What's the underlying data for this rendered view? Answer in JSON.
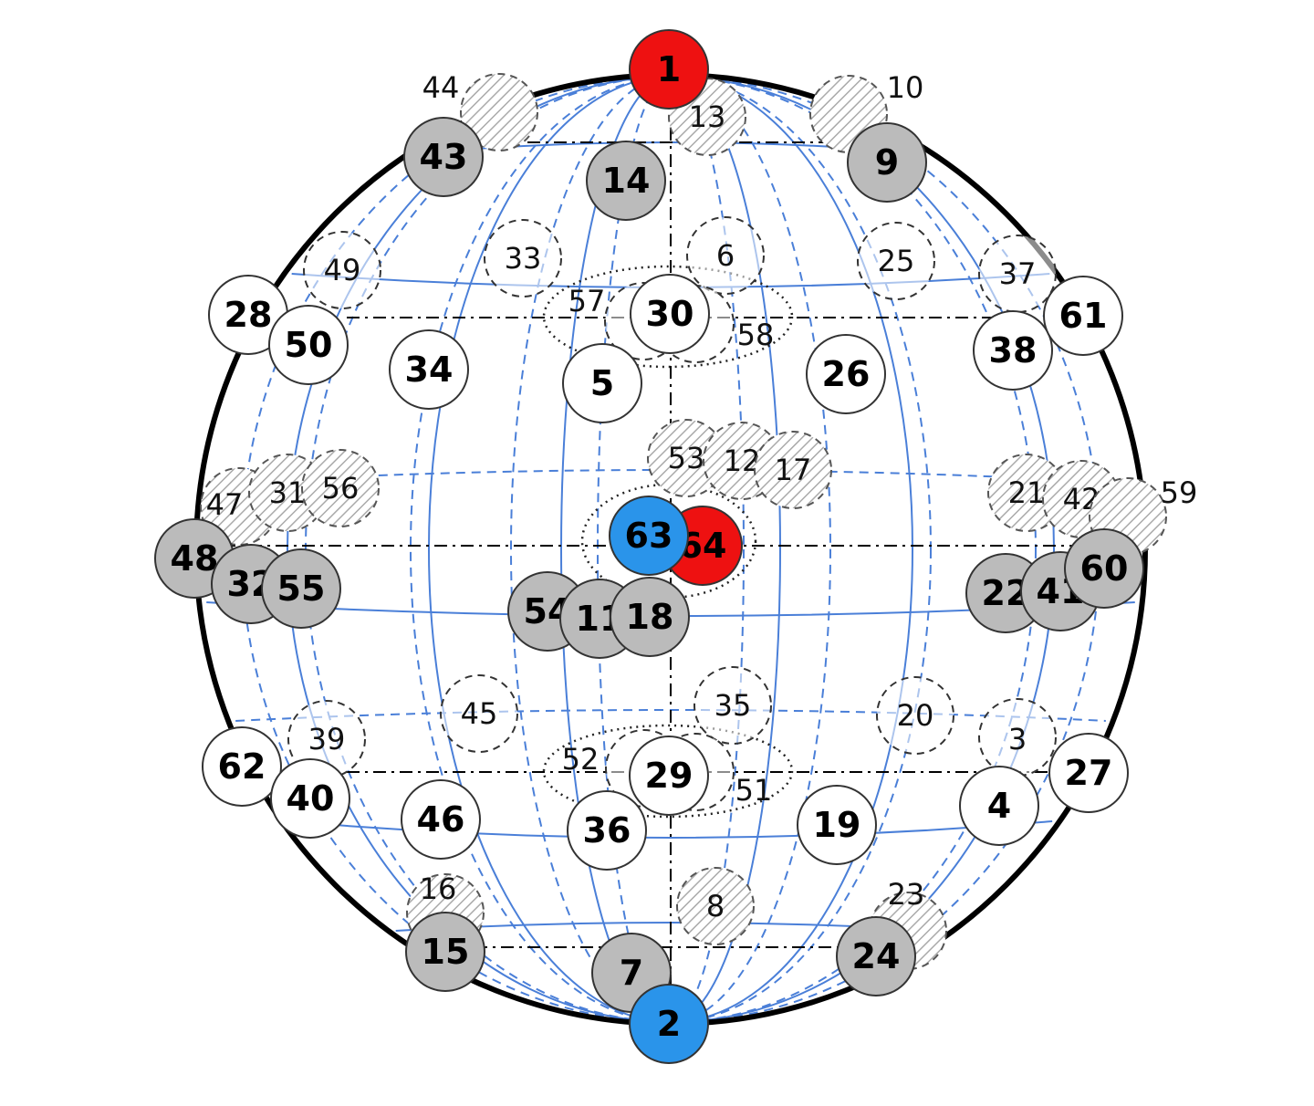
{
  "colors": {
    "outline": "#000000",
    "meridian": "#4a7fd8",
    "red": "#ee1111",
    "blue": "#2a94ea",
    "gray": "#bbbbbb",
    "white": "#ffffff",
    "hatch": "#aaaaaa"
  },
  "nodes": [
    {
      "label": "1",
      "style": "red"
    },
    {
      "label": "2",
      "style": "blue"
    },
    {
      "label": "63",
      "style": "blue"
    },
    {
      "label": "64",
      "style": "red"
    },
    {
      "label": "43",
      "style": "gray"
    },
    {
      "label": "14",
      "style": "gray"
    },
    {
      "label": "9",
      "style": "gray"
    },
    {
      "label": "48",
      "style": "gray"
    },
    {
      "label": "32",
      "style": "gray"
    },
    {
      "label": "55",
      "style": "gray"
    },
    {
      "label": "54",
      "style": "gray"
    },
    {
      "label": "11",
      "style": "gray"
    },
    {
      "label": "18",
      "style": "gray"
    },
    {
      "label": "22",
      "style": "gray"
    },
    {
      "label": "41",
      "style": "gray"
    },
    {
      "label": "60",
      "style": "gray"
    },
    {
      "label": "15",
      "style": "gray"
    },
    {
      "label": "7",
      "style": "gray"
    },
    {
      "label": "24",
      "style": "gray"
    },
    {
      "label": "28",
      "style": "white"
    },
    {
      "label": "50",
      "style": "white"
    },
    {
      "label": "34",
      "style": "white"
    },
    {
      "label": "5",
      "style": "white"
    },
    {
      "label": "30",
      "style": "white"
    },
    {
      "label": "26",
      "style": "white"
    },
    {
      "label": "38",
      "style": "white"
    },
    {
      "label": "61",
      "style": "white"
    },
    {
      "label": "62",
      "style": "white"
    },
    {
      "label": "40",
      "style": "white"
    },
    {
      "label": "46",
      "style": "white"
    },
    {
      "label": "36",
      "style": "white"
    },
    {
      "label": "29",
      "style": "white"
    },
    {
      "label": "19",
      "style": "white"
    },
    {
      "label": "4",
      "style": "white"
    },
    {
      "label": "27",
      "style": "white"
    },
    {
      "label": "49",
      "style": "dashed"
    },
    {
      "label": "33",
      "style": "dashed"
    },
    {
      "label": "6",
      "style": "dashed"
    },
    {
      "label": "25",
      "style": "dashed"
    },
    {
      "label": "37",
      "style": "dashed"
    },
    {
      "label": "57",
      "style": "dashed"
    },
    {
      "label": "58",
      "style": "dashed"
    },
    {
      "label": "39",
      "style": "dashed"
    },
    {
      "label": "45",
      "style": "dashed"
    },
    {
      "label": "35",
      "style": "dashed"
    },
    {
      "label": "20",
      "style": "dashed"
    },
    {
      "label": "3",
      "style": "dashed"
    },
    {
      "label": "52",
      "style": "dashed"
    },
    {
      "label": "51",
      "style": "dashed"
    },
    {
      "label": "44",
      "style": "hatched"
    },
    {
      "label": "13",
      "style": "hatched"
    },
    {
      "label": "10",
      "style": "hatched"
    },
    {
      "label": "53",
      "style": "hatched"
    },
    {
      "label": "12",
      "style": "hatched"
    },
    {
      "label": "17",
      "style": "hatched"
    },
    {
      "label": "47",
      "style": "hatched"
    },
    {
      "label": "31",
      "style": "hatched"
    },
    {
      "label": "56",
      "style": "hatched"
    },
    {
      "label": "21",
      "style": "hatched"
    },
    {
      "label": "42",
      "style": "hatched"
    },
    {
      "label": "59",
      "style": "hatched"
    },
    {
      "label": "16",
      "style": "hatched"
    },
    {
      "label": "8",
      "style": "hatched"
    },
    {
      "label": "23",
      "style": "hatched"
    }
  ]
}
